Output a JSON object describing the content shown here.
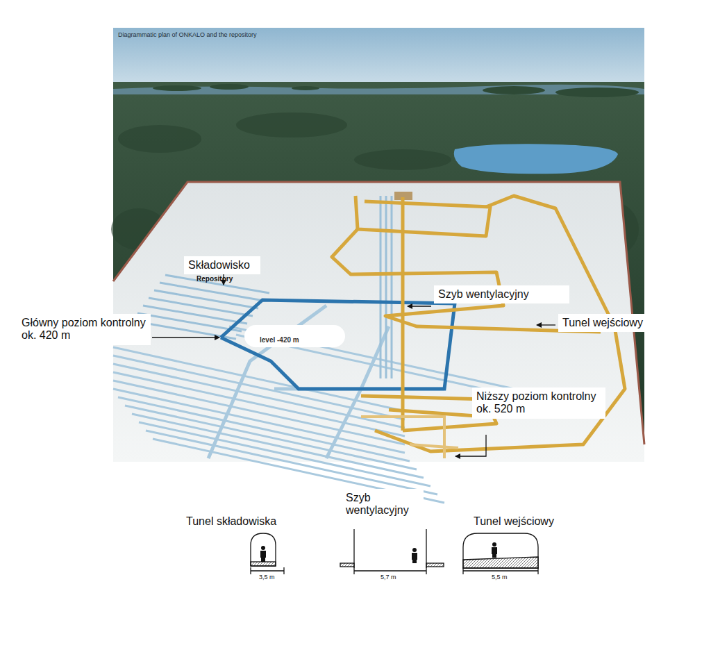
{
  "diagram": {
    "title": "Diagrammatic plan of ONKALO and the repository",
    "labels": [
      "Składowisko",
      "Repository",
      "Główny poziom kontrolny ok. 420 m",
      "level -420 m",
      "Szyb wentylacyjny",
      "Tunel wejściowy",
      "Niższy poziom kontrolny ok. 520 m",
      "Tunel składowiska",
      "Szyb wentylacyjny",
      "Tunel wejściowy",
      "3,5 m",
      "5,7 m",
      "5,5 m"
    ]
  }
}
